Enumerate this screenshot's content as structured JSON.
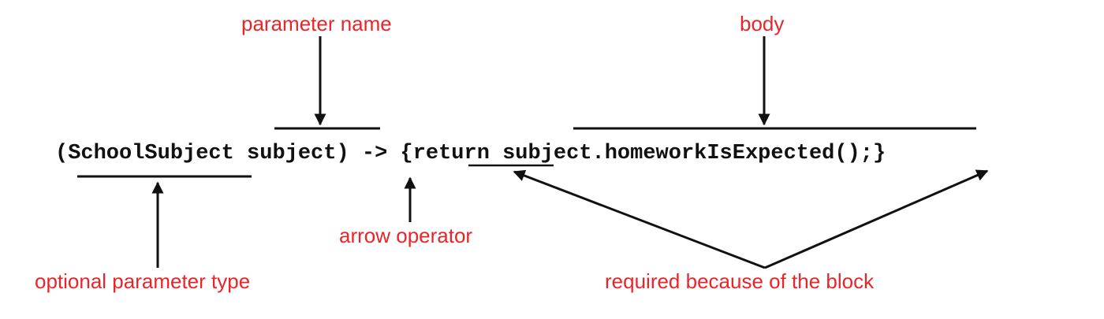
{
  "code": {
    "before": "(SchoolSubject subject) -> {",
    "keyword": "return",
    "after": " subject.homeworkIsExpected();}"
  },
  "labels": {
    "parameter_name": "parameter name",
    "body": "body",
    "arrow_operator": "arrow operator",
    "optional_parameter_type": "optional parameter type",
    "required_block": "required because of the block"
  },
  "colors": {
    "label": "#e8262a",
    "ink": "#111111"
  }
}
